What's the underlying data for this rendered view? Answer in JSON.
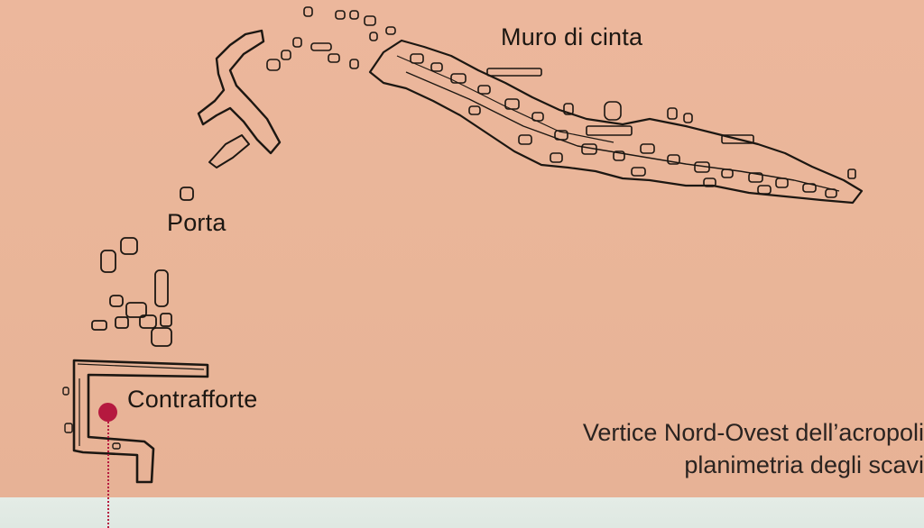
{
  "labels": {
    "wall": "Muro di cinta",
    "gate": "Porta",
    "buttress": "Contrafforte"
  },
  "caption": {
    "line1": "Vertice Nord-Ovest dell’acropoli",
    "line2": "planimetria degli scavi"
  },
  "colors": {
    "background": "#e9b598",
    "ink": "#1c1712",
    "marker": "#b5193f",
    "bottom_strip": "#e1eae4"
  }
}
